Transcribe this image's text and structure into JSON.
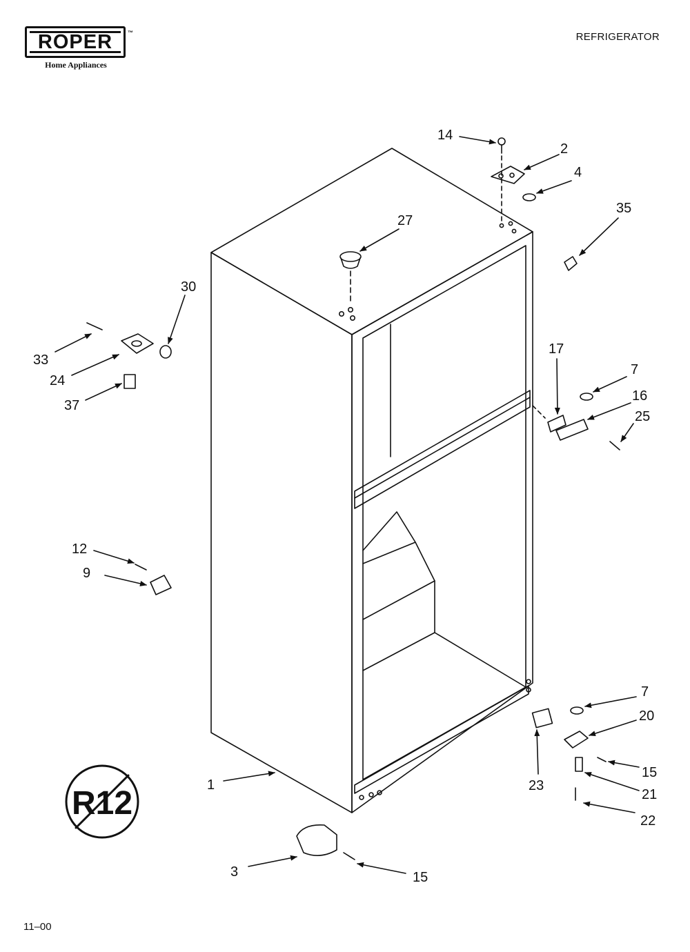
{
  "header": {
    "brand": "ROPER",
    "brand_tm": "™",
    "brand_sub": "Home Appliances",
    "title": "REFRIGERATOR"
  },
  "footer": {
    "date": "11–00"
  },
  "badge": {
    "text": "R12"
  },
  "callouts": [
    {
      "id": "1",
      "text": "1"
    },
    {
      "id": "2",
      "text": "2"
    },
    {
      "id": "3",
      "text": "3"
    },
    {
      "id": "4",
      "text": "4"
    },
    {
      "id": "7a",
      "text": "7"
    },
    {
      "id": "7b",
      "text": "7"
    },
    {
      "id": "9",
      "text": "9"
    },
    {
      "id": "12",
      "text": "12"
    },
    {
      "id": "14",
      "text": "14"
    },
    {
      "id": "15a",
      "text": "15"
    },
    {
      "id": "15b",
      "text": "15"
    },
    {
      "id": "16",
      "text": "16"
    },
    {
      "id": "17",
      "text": "17"
    },
    {
      "id": "20",
      "text": "20"
    },
    {
      "id": "21",
      "text": "21"
    },
    {
      "id": "22",
      "text": "22"
    },
    {
      "id": "23",
      "text": "23"
    },
    {
      "id": "24",
      "text": "24"
    },
    {
      "id": "25",
      "text": "25"
    },
    {
      "id": "27",
      "text": "27"
    },
    {
      "id": "30",
      "text": "30"
    },
    {
      "id": "33",
      "text": "33"
    },
    {
      "id": "35",
      "text": "35"
    },
    {
      "id": "37",
      "text": "37"
    }
  ]
}
